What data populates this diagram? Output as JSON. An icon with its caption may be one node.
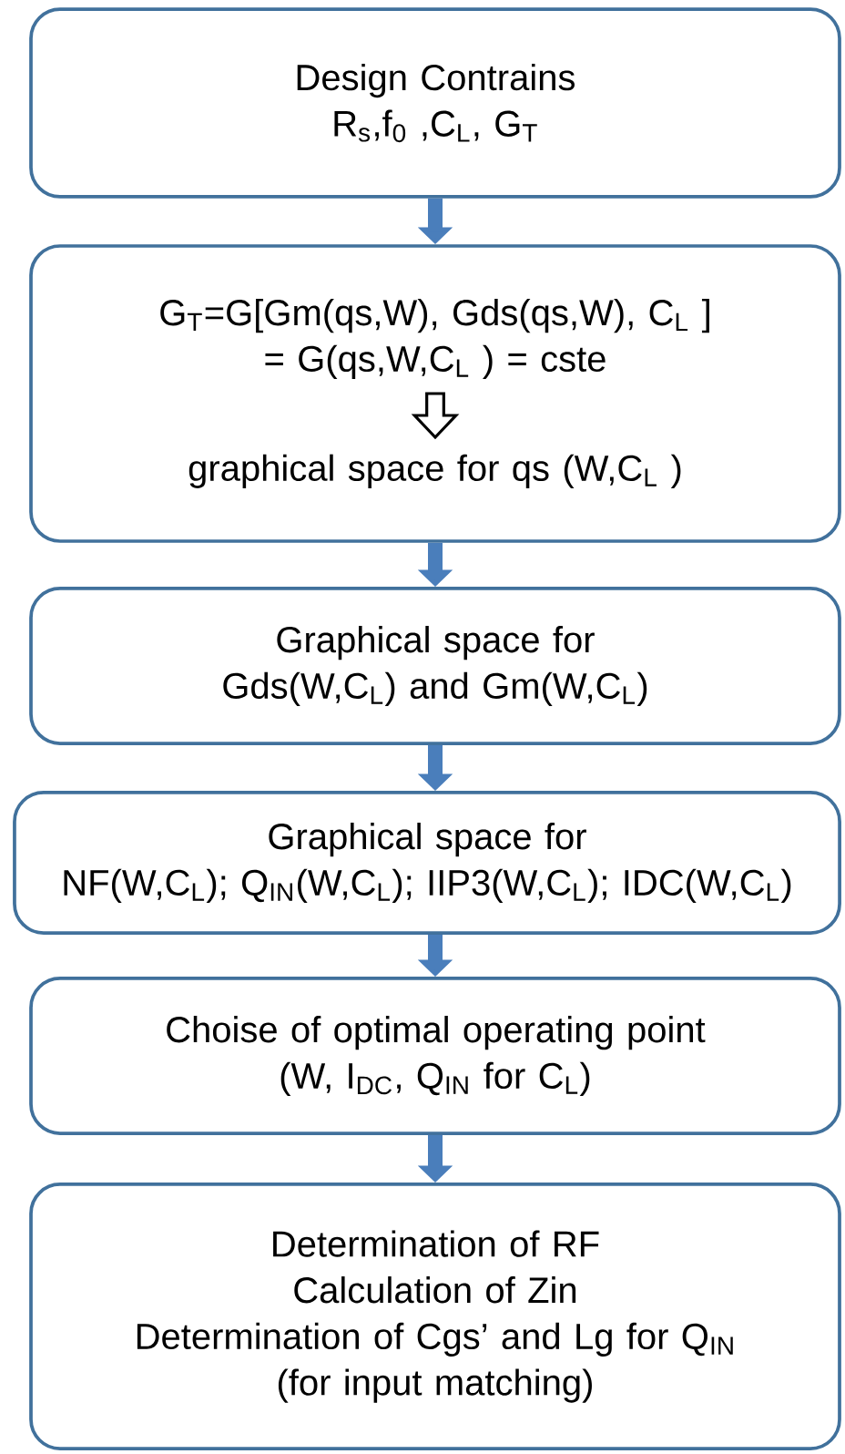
{
  "diagram": {
    "nodes": [
      {
        "text": [
          "Design Contrains",
          "R$_{s}$,f$_{0}$ ,C$_{L}$, G$_{T}$"
        ]
      },
      {
        "text": [
          "G$_{T}$=G[Gm(qs,W), Gds(qs,W), C$_{L}$ ] = G(qs,W,C$_{L}$ ) = cste",
          "graphical space for qs (W,C$_{L}$ )"
        ]
      },
      {
        "text": [
          "Graphical space for",
          "Gds(W,C$_{L}$) and Gm(W,C$_{L}$)"
        ]
      },
      {
        "text": [
          "Graphical space for",
          "NF(W,C$_{L}$); Q$_{IN}$(W,C$_{L}$); IIP3(W,C$_{L}$); IDC(W,C$_{L}$)"
        ]
      },
      {
        "text": [
          "Choise of optimal operating point",
          "(W, I$_{DC}$, Q$_{IN}$ for C$_{L}$)"
        ]
      },
      {
        "text": [
          "Determination of RF",
          "Calculation of Zin",
          "Determination of Cgs’ and Lg for Q$_{IN}$ (for input matching)"
        ]
      }
    ],
    "edges": [
      {
        "from": 0,
        "to": 1,
        "arrow": "to"
      },
      {
        "from": 1,
        "to": 2,
        "arrow": "to"
      },
      {
        "from": 2,
        "to": 3,
        "arrow": "to"
      },
      {
        "from": 3,
        "to": 4,
        "arrow": "to"
      },
      {
        "from": 4,
        "to": 5,
        "arrow": "to"
      }
    ]
  }
}
